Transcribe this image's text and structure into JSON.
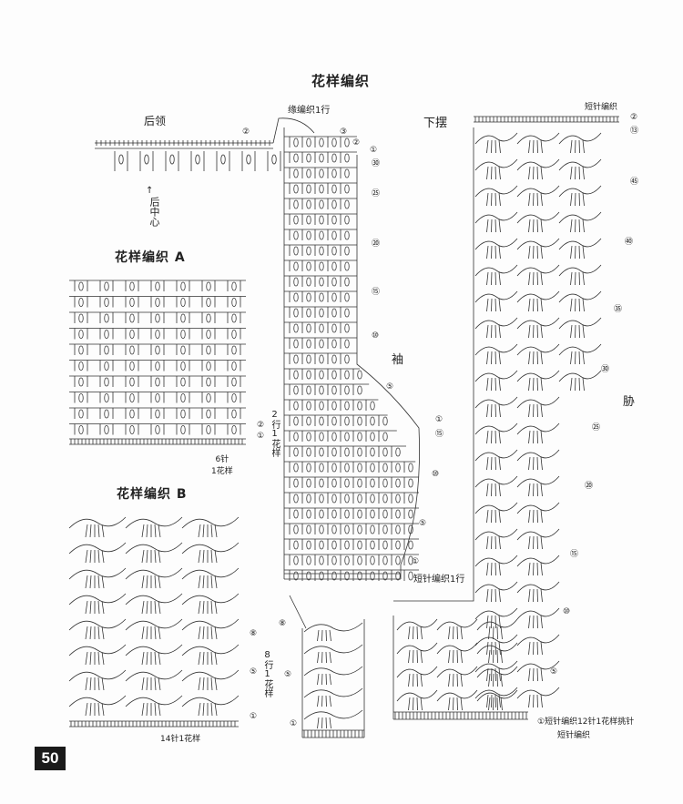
{
  "title": "花样编织",
  "pattern_a": {
    "title": "花样编织 A",
    "repeat_rows": "2行1花样",
    "repeat_sts": "6针\n1花样",
    "row_marks": [
      "②",
      "①"
    ]
  },
  "pattern_b": {
    "title": "花样编织 B",
    "repeat_rows": "8行1花样",
    "repeat_sts": "14针1花样",
    "row_marks": [
      "⑧",
      "⑤",
      "①"
    ]
  },
  "neck": {
    "label": "后领",
    "center_label": "后中心",
    "edging": "缘编织1行",
    "row_marks": [
      "②",
      "③"
    ]
  },
  "sleeve": {
    "label": "袖",
    "bottom_note": "短针编织1行",
    "row_marks": [
      "③",
      "②",
      "①",
      "㉚",
      "㉕",
      "⑳",
      "⑮",
      "⑩",
      "⑤",
      "①",
      "⑮",
      "⑩",
      "⑤",
      "①"
    ]
  },
  "body": {
    "hem_label": "下摆",
    "top_note": "短针编织",
    "side_label": "胁",
    "row_marks": [
      "②",
      "⑬",
      "㊺",
      "㊵",
      "㉟",
      "㉚",
      "㉕",
      "⑳",
      "⑮",
      "⑩",
      "⑤"
    ]
  },
  "bottom_notes": {
    "line1": "①短针编织12针1花样挑针",
    "line2": "短针编织",
    "marks": [
      "⑧",
      "⑤",
      "①",
      "①",
      "⑤",
      "⑩"
    ]
  },
  "page_number": "50"
}
